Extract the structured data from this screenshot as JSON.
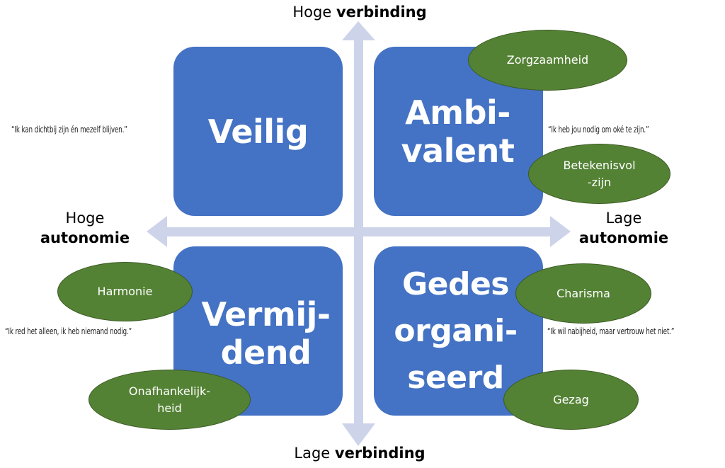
{
  "colors": {
    "box_fill": "#4472c4",
    "ellipse_fill": "#548235",
    "ellipse_border": "#3b5a22",
    "arrow_fill": "#cdd4ea"
  },
  "axes": {
    "top": {
      "normal": "Hoge",
      "bold": "verbinding"
    },
    "bottom": {
      "normal": "Lage",
      "bold": "verbinding"
    },
    "left": {
      "normal": "Hoge",
      "bold": "autonomie"
    },
    "right": {
      "normal": "Lage",
      "bold": "autonomie"
    }
  },
  "quadrants": {
    "top_left": {
      "title": "Veilig",
      "quote": "“Ik kan dichtbij zijn én mezelf blijven.”"
    },
    "top_right": {
      "title": "Ambi-\nvalent",
      "quote": "“Ik heb jou nodig om oké te zijn.”"
    },
    "bottom_left": {
      "title": "Vermij-\ndend",
      "quote": "“Ik red het alleen, ik heb niemand nodig.”"
    },
    "bottom_right": {
      "title": "Gedes\norgani-\nseerd",
      "quote": "“Ik wil nabijheid, maar vertrouw het niet.”"
    }
  },
  "traits": {
    "zorgzaamheid": "Zorgzaamheid",
    "betekenisvol": "Betekenisvol\n-zijn",
    "harmonie": "Harmonie",
    "onafhankelijkheid": "Onafhankelijk-\nheid",
    "charisma": "Charisma",
    "gezag": "Gezag"
  }
}
